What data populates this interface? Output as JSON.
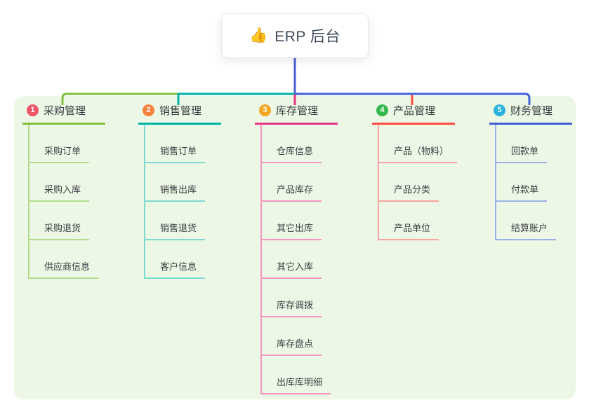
{
  "root": {
    "icon": "👍",
    "label": "ERP 后台"
  },
  "colors": {
    "canvas_bg": "#ffffff",
    "panel_bg": "#ecf7e5",
    "root_line": "#4a5ed3"
  },
  "branches": [
    {
      "num": "1",
      "label": "采购管理",
      "line": "#7fc13d",
      "line_light": "#b5db90",
      "badge": "#ee5567",
      "children": [
        "采购订单",
        "采购入库",
        "采购退货",
        "供应商信息"
      ]
    },
    {
      "num": "2",
      "label": "销售管理",
      "line": "#00b3a6",
      "line_light": "#7fd9d1",
      "badge": "#f5813e",
      "children": [
        "销售订单",
        "销售出库",
        "销售退货",
        "客户信息"
      ]
    },
    {
      "num": "3",
      "label": "库存管理",
      "line": "#e93286",
      "line_light": "#f498c1",
      "badge": "#f5a623",
      "children": [
        "仓库信息",
        "产品库存",
        "其它出库",
        "其它入库",
        "库存调拨",
        "库存盘点",
        "出库库明细"
      ]
    },
    {
      "num": "4",
      "label": "产品管理",
      "line": "#fb4b42",
      "line_light": "#fba39e",
      "badge": "#35b94e",
      "children": [
        "产品（物料）",
        "产品分类",
        "产品单位"
      ]
    },
    {
      "num": "5",
      "label": "财务管理",
      "line": "#4161d8",
      "line_light": "#9dafe9",
      "badge": "#29b2dd",
      "children": [
        "回款单",
        "付款单",
        "结算账户"
      ]
    }
  ]
}
